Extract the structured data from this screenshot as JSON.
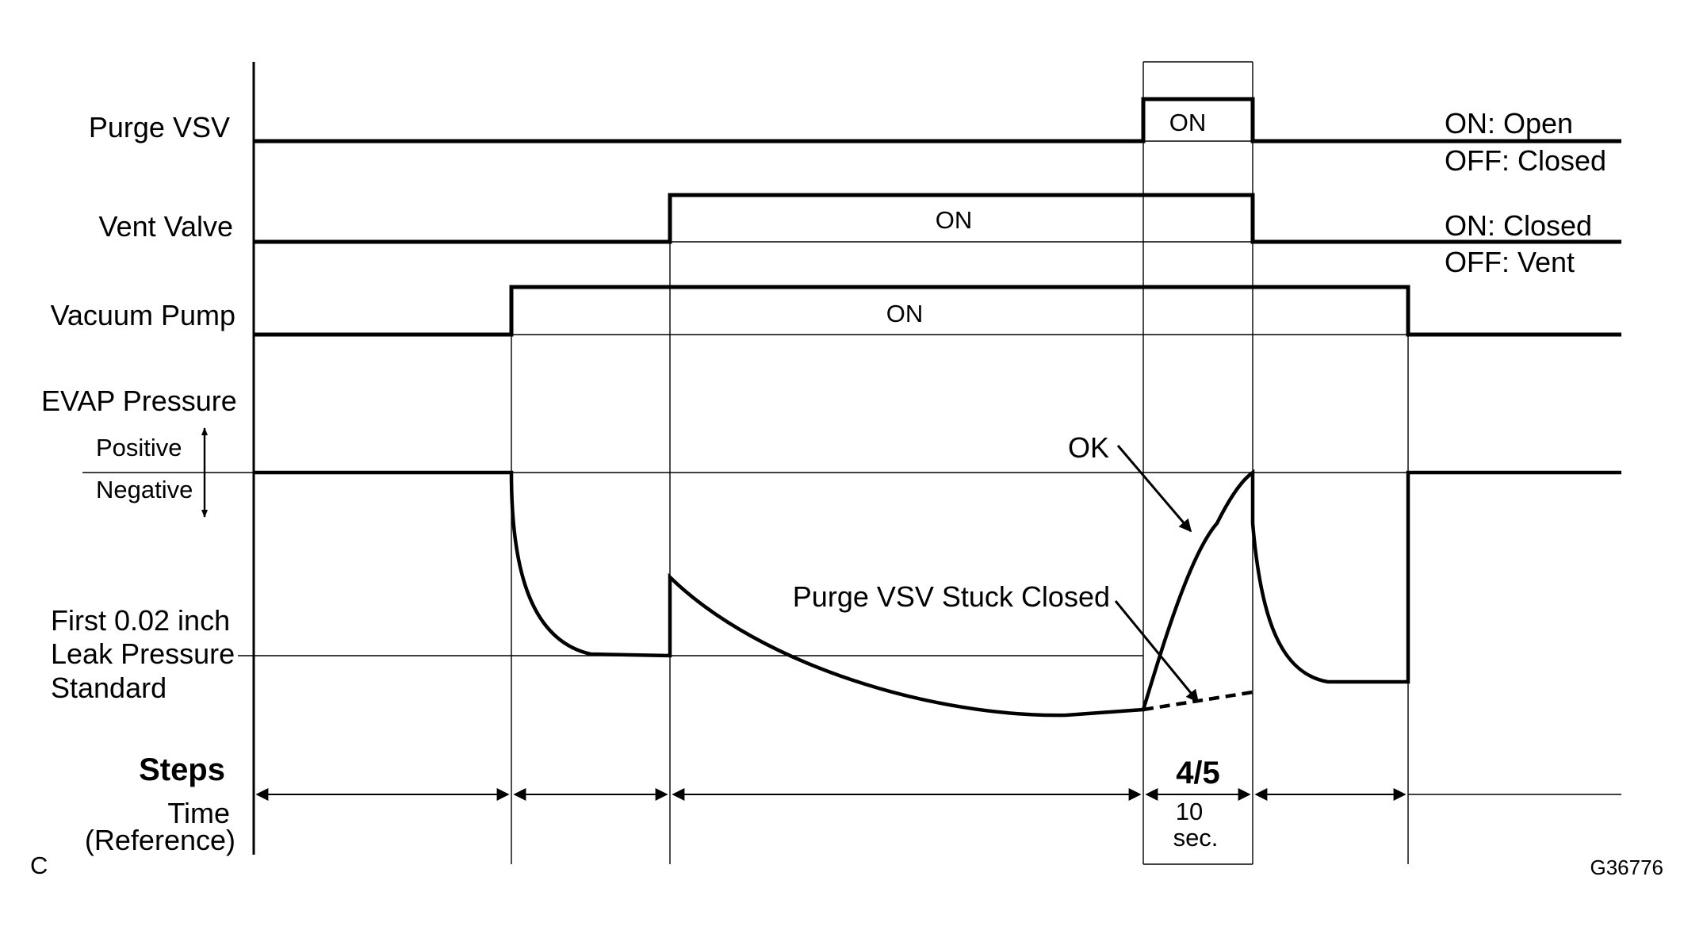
{
  "signals": {
    "purge_vsv": "Purge VSV",
    "vent_valve": "Vent Valve",
    "vacuum_pump": "Vacuum Pump",
    "evap_pressure": "EVAP Pressure",
    "positive": "Positive",
    "negative": "Negative",
    "leak_std_1": "First 0.02 inch",
    "leak_std_2": "Leak Pressure",
    "leak_std_3": "Standard"
  },
  "states": {
    "purge_on": "ON",
    "vent_on": "ON",
    "pump_on": "ON"
  },
  "legend": {
    "purge_on": "ON: Open",
    "purge_off": "OFF: Closed",
    "vent_on": "ON: Closed",
    "vent_off": "OFF: Vent"
  },
  "annotations": {
    "ok": "OK",
    "stuck": "Purge VSV Stuck Closed"
  },
  "steps": {
    "title": "Steps",
    "step_label": "4/5",
    "time_1": "Time",
    "time_2": "(Reference)",
    "duration_1": "10",
    "duration_2": "sec."
  },
  "footer": {
    "corner": "C",
    "figure_id": "G36776"
  }
}
